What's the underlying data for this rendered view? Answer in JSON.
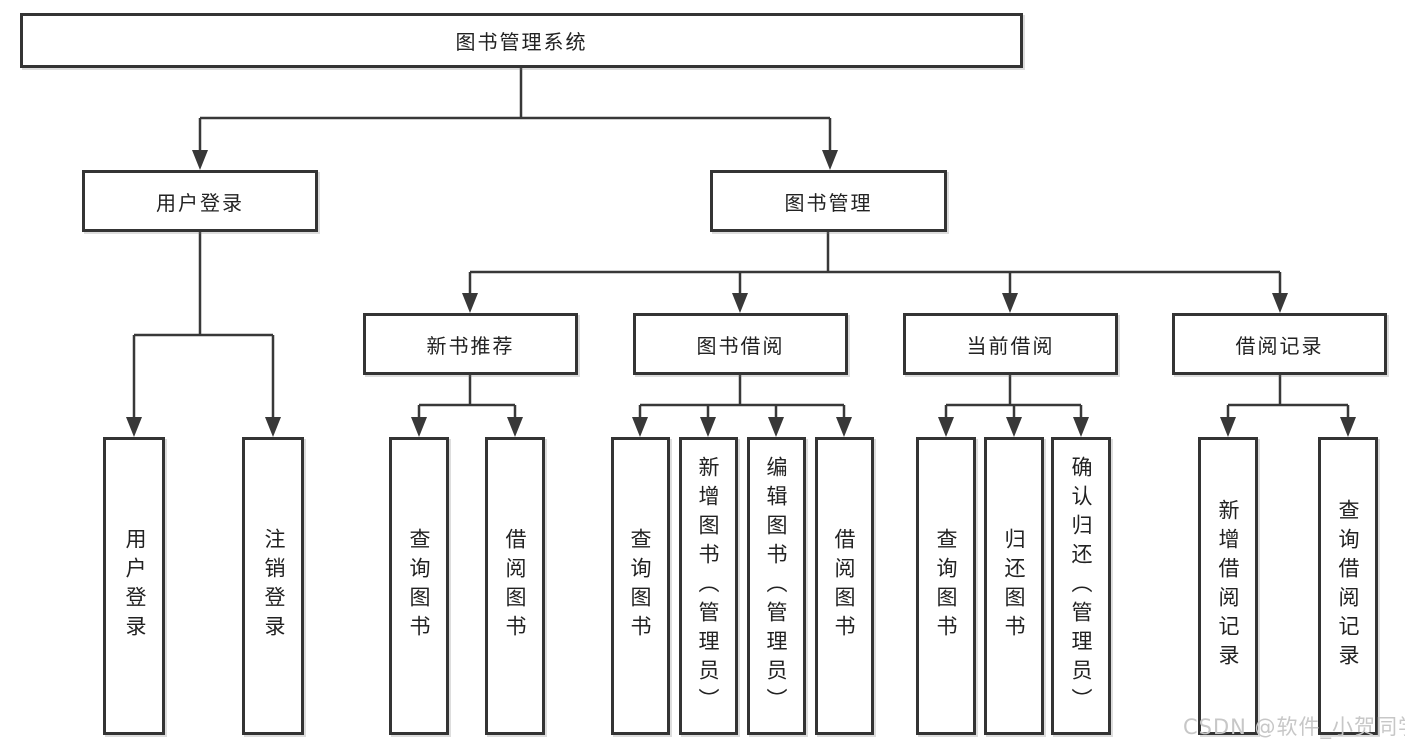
{
  "tree": {
    "root": "图书管理系统",
    "branches": [
      {
        "label": "用户登录",
        "leaves": [
          "用户登录",
          "注销登录"
        ]
      },
      {
        "label": "图书管理",
        "children": [
          {
            "label": "新书推荐",
            "leaves": [
              "查询图书",
              "借阅图书"
            ]
          },
          {
            "label": "图书借阅",
            "leaves": [
              "查询图书",
              "新增图书（管理员）",
              "编辑图书（管理员）",
              "借阅图书"
            ]
          },
          {
            "label": "当前借阅",
            "leaves": [
              "查询图书",
              "归还图书",
              "确认归还（管理员）"
            ]
          },
          {
            "label": "借阅记录",
            "leaves": [
              "新增借阅记录",
              "查询借阅记录"
            ]
          }
        ]
      }
    ]
  },
  "watermark": "CSDN @软件_小贺同学",
  "colors": {
    "line": "#383838",
    "box_border": "#343434",
    "text": "#222222",
    "watermark": "#c7c7c7",
    "background": "#ffffff"
  }
}
